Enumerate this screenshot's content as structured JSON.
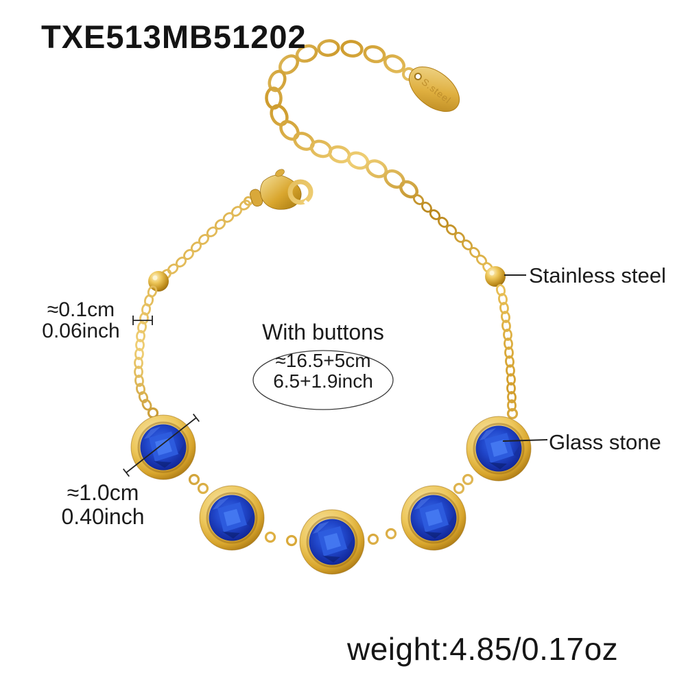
{
  "product": {
    "sku": "TXE513MB51202",
    "weight_text": "weight:4.85/0.17oz"
  },
  "labels": {
    "stainless_steel": "Stainless steel",
    "glass_stone": "Glass stone",
    "with_buttons": "With buttons",
    "tag_engraving": "S.steel"
  },
  "measurements": {
    "total_length_cm": "≈16.5+5cm",
    "total_length_inch": "6.5+1.9inch",
    "chain_thickness_cm": "≈0.1cm",
    "chain_thickness_inch": "0.06inch",
    "stone_diameter_cm": "≈1.0cm",
    "stone_diameter_inch": "0.40inch"
  },
  "colors": {
    "background": "#ffffff",
    "gold_mid": "#D9A62E",
    "gold_light": "#F6E39E",
    "gold_dark": "#A4770F",
    "glass_blue": "#2148CC",
    "glass_blue_dark": "#0A1A72",
    "glass_blue_light": "#4478F0",
    "annotation_text": "#1b1b1b",
    "annotation_line": "#222222"
  }
}
